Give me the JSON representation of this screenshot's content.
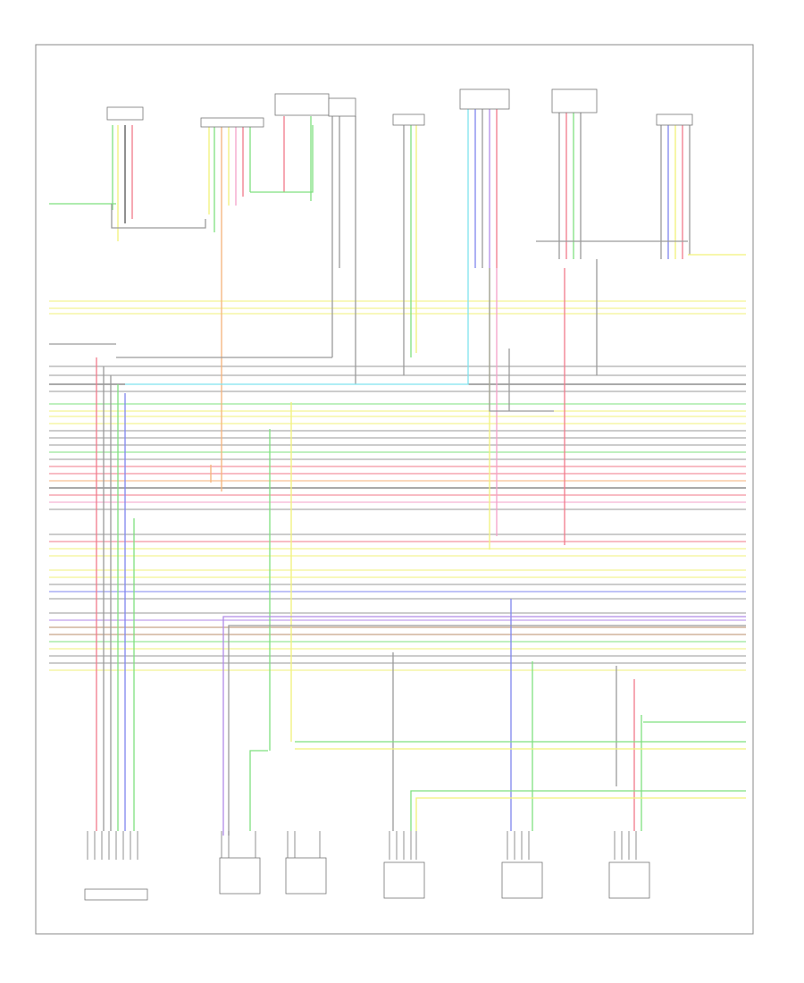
{
  "diagram": {
    "title": "",
    "footer_code": "",
    "components": [
      {
        "id": "c1",
        "text": ""
      },
      {
        "id": "c2",
        "text": ""
      },
      {
        "id": "c3",
        "text": ""
      },
      {
        "id": "c4",
        "text": ""
      },
      {
        "id": "c5",
        "text": ""
      },
      {
        "id": "c6",
        "text": ""
      },
      {
        "id": "c7",
        "text": ""
      },
      {
        "id": "b1",
        "text": ""
      },
      {
        "id": "b2",
        "text": ""
      },
      {
        "id": "b3",
        "text": ""
      },
      {
        "id": "b4",
        "text": ""
      },
      {
        "id": "b5",
        "text": ""
      },
      {
        "id": "b6",
        "text": ""
      },
      {
        "id": "b7",
        "text": ""
      }
    ],
    "wire_colors": {
      "yellow": "#f2f27a",
      "green": "#7fe07f",
      "red": "#f07a8a",
      "blue": "#7f86ef",
      "gray": "#9a9a9a",
      "black": "#555555",
      "orange": "#f5b27a",
      "cyan": "#7fe3ef",
      "pink": "#f3a0c8",
      "violet": "#b08ae8",
      "brown": "#b98e6a"
    },
    "left_labels_note": "",
    "right_labels_note": ""
  }
}
